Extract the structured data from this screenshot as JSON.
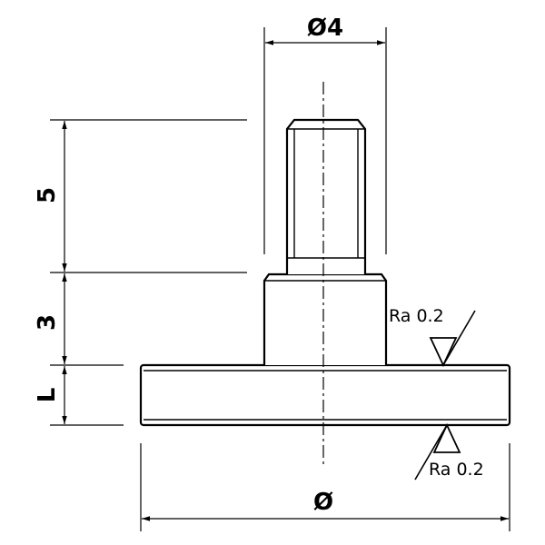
{
  "dimensions": {
    "shaft_diameter": "Ø4",
    "shaft_length": "5",
    "collar_height": "3",
    "flange_thickness": "L",
    "flange_diameter": "Ø"
  },
  "surface_finish": {
    "top_label": "Ra 0.2",
    "bottom_label": "Ra 0.2"
  }
}
